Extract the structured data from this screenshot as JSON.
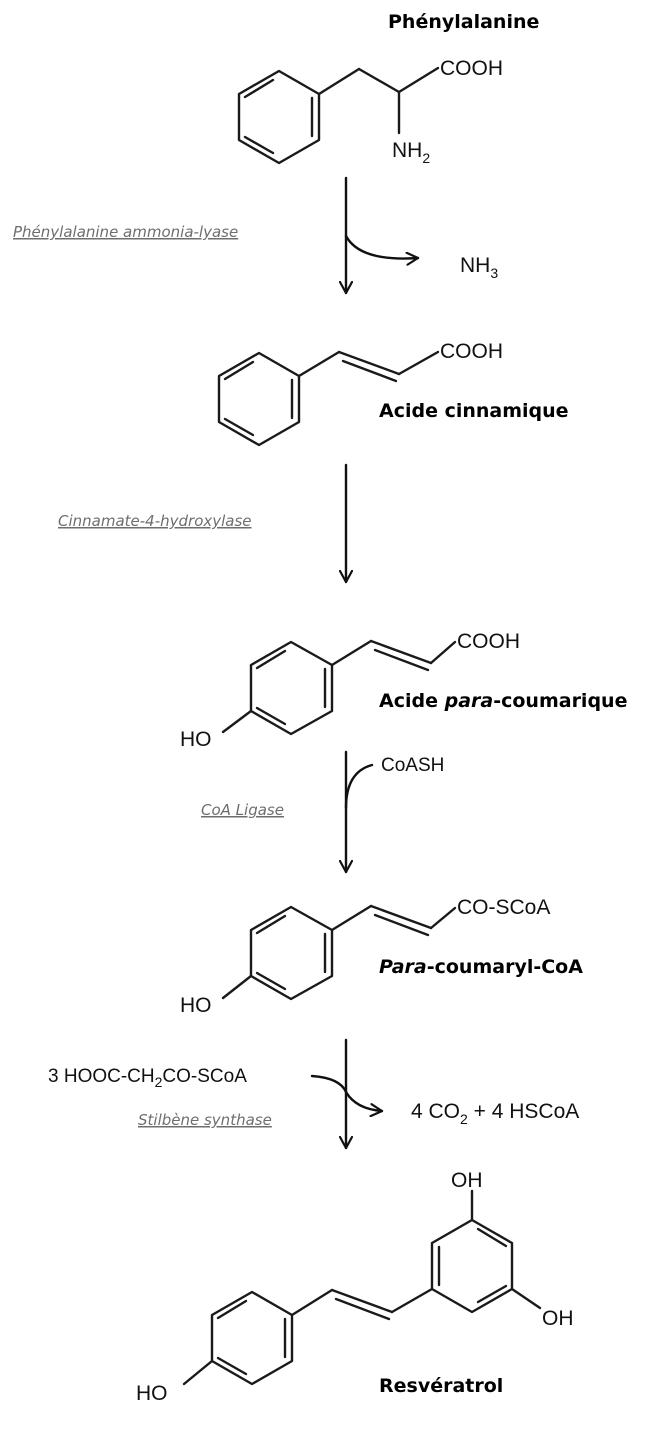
{
  "compounds": {
    "phenylalanine": {
      "name": "Phénylalanine",
      "group": "COOH",
      "amine": "NH",
      "amine_sub": "2"
    },
    "cinnamic": {
      "name": "Acide cinnamique",
      "group": "COOH"
    },
    "coumaric": {
      "name_italic": "para",
      "name_rest": "-coumarique",
      "name_prefix": "Acide ",
      "group": "COOH",
      "hydroxyl": "HO"
    },
    "coumaryl_coa": {
      "name_italic": "Para",
      "name_rest": "-coumaryl-CoA",
      "group": "CO-SCoA",
      "hydroxyl": "HO"
    },
    "resveratrol": {
      "name": "Resvératrol",
      "hydroxyl": "HO",
      "oh_top": "OH",
      "oh_right": "OH"
    }
  },
  "steps": [
    {
      "enzyme": "Phénylalanine ammonia-lyase",
      "product_main": "NH",
      "product_sub": "3"
    },
    {
      "enzyme": "Cinnamate-4-hydroxylase"
    },
    {
      "enzyme": "CoA Ligase",
      "reagent": "CoASH"
    },
    {
      "enzyme": "Stilbène synthase",
      "reagent_prefix": "3 HOOC-CH",
      "reagent_sub": "2",
      "reagent_suffix": "CO-SCoA",
      "product_a": "4 CO",
      "product_a_sub": "2",
      "product_b": " + 4 HSCoA"
    }
  ]
}
